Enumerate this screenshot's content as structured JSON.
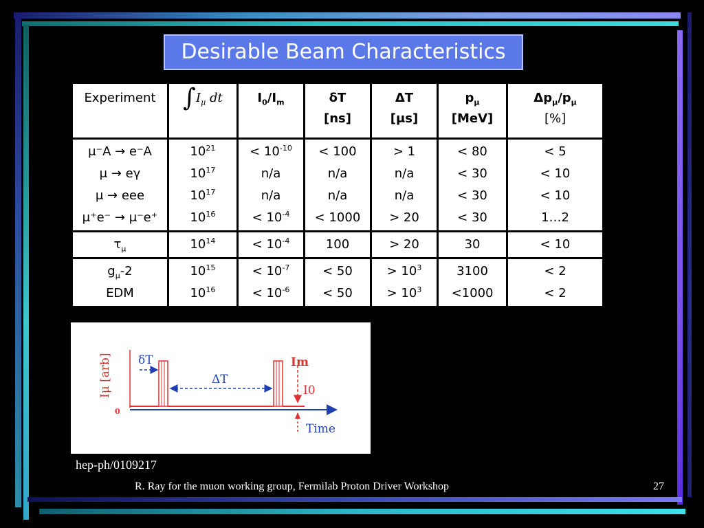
{
  "title": "Desirable Beam Characteristics",
  "table": {
    "headers": [
      {
        "line1": "Experiment",
        "line2": ""
      },
      {
        "line1": "I",
        "sub": "μ",
        "line2": "dt"
      },
      {
        "line1": "I0/Im",
        "line2": ""
      },
      {
        "line1": "δT",
        "line2": "[ns]"
      },
      {
        "line1": "ΔT",
        "line2": "[μs]"
      },
      {
        "line1": "pμ",
        "line2": "[MeV]"
      },
      {
        "line1": "Δpμ/pμ",
        "line2": "[%]"
      }
    ],
    "groups": [
      {
        "experiments": [
          "μ⁻A → e⁻A",
          "μ → eγ",
          "μ → eee",
          "μ⁺e⁻ → μ⁻e⁺"
        ],
        "integral": [
          "10^21",
          "10^17",
          "10^17",
          "10^16"
        ],
        "ratio": [
          "< 10^-10",
          "n/a",
          "n/a",
          "< 10^-4"
        ],
        "dT": [
          "< 100",
          "n/a",
          "n/a",
          "< 1000"
        ],
        "DT": [
          "> 1",
          "n/a",
          "n/a",
          "> 20"
        ],
        "p": [
          "< 80",
          "< 30",
          "< 30",
          "< 30"
        ],
        "dp": [
          "< 5",
          "< 10",
          "< 10",
          "1…2"
        ]
      },
      {
        "experiments": [
          "τμ"
        ],
        "integral": [
          "10^14"
        ],
        "ratio": [
          "< 10^-4"
        ],
        "dT": [
          "100"
        ],
        "DT": [
          "> 20"
        ],
        "p": [
          "30"
        ],
        "dp": [
          "< 10"
        ]
      },
      {
        "experiments": [
          "gμ-2",
          "EDM"
        ],
        "integral": [
          "10^15",
          "10^16"
        ],
        "ratio": [
          "< 10^-7",
          "< 10^-6"
        ],
        "dT": [
          "< 50",
          "< 50"
        ],
        "DT": [
          "> 10^3",
          "> 10^3"
        ],
        "p": [
          "3100",
          "<1000"
        ],
        "dp": [
          "< 2",
          "< 2"
        ]
      }
    ]
  },
  "diagram": {
    "y_label": "Iμ [arb]",
    "x_label": "Time",
    "zero_label": "0",
    "dT_label": "δT",
    "DT_label": "ΔT",
    "Im_label": "Im",
    "I0_label": "I0",
    "colors": {
      "pulse": "#e03030",
      "axis": "#1f3fb0",
      "arrow": "#1f3fb0"
    }
  },
  "ref": "hep-ph/0109217",
  "footer": "R. Ray for the muon working group, Fermilab Proton Driver Workshop",
  "page": "27"
}
